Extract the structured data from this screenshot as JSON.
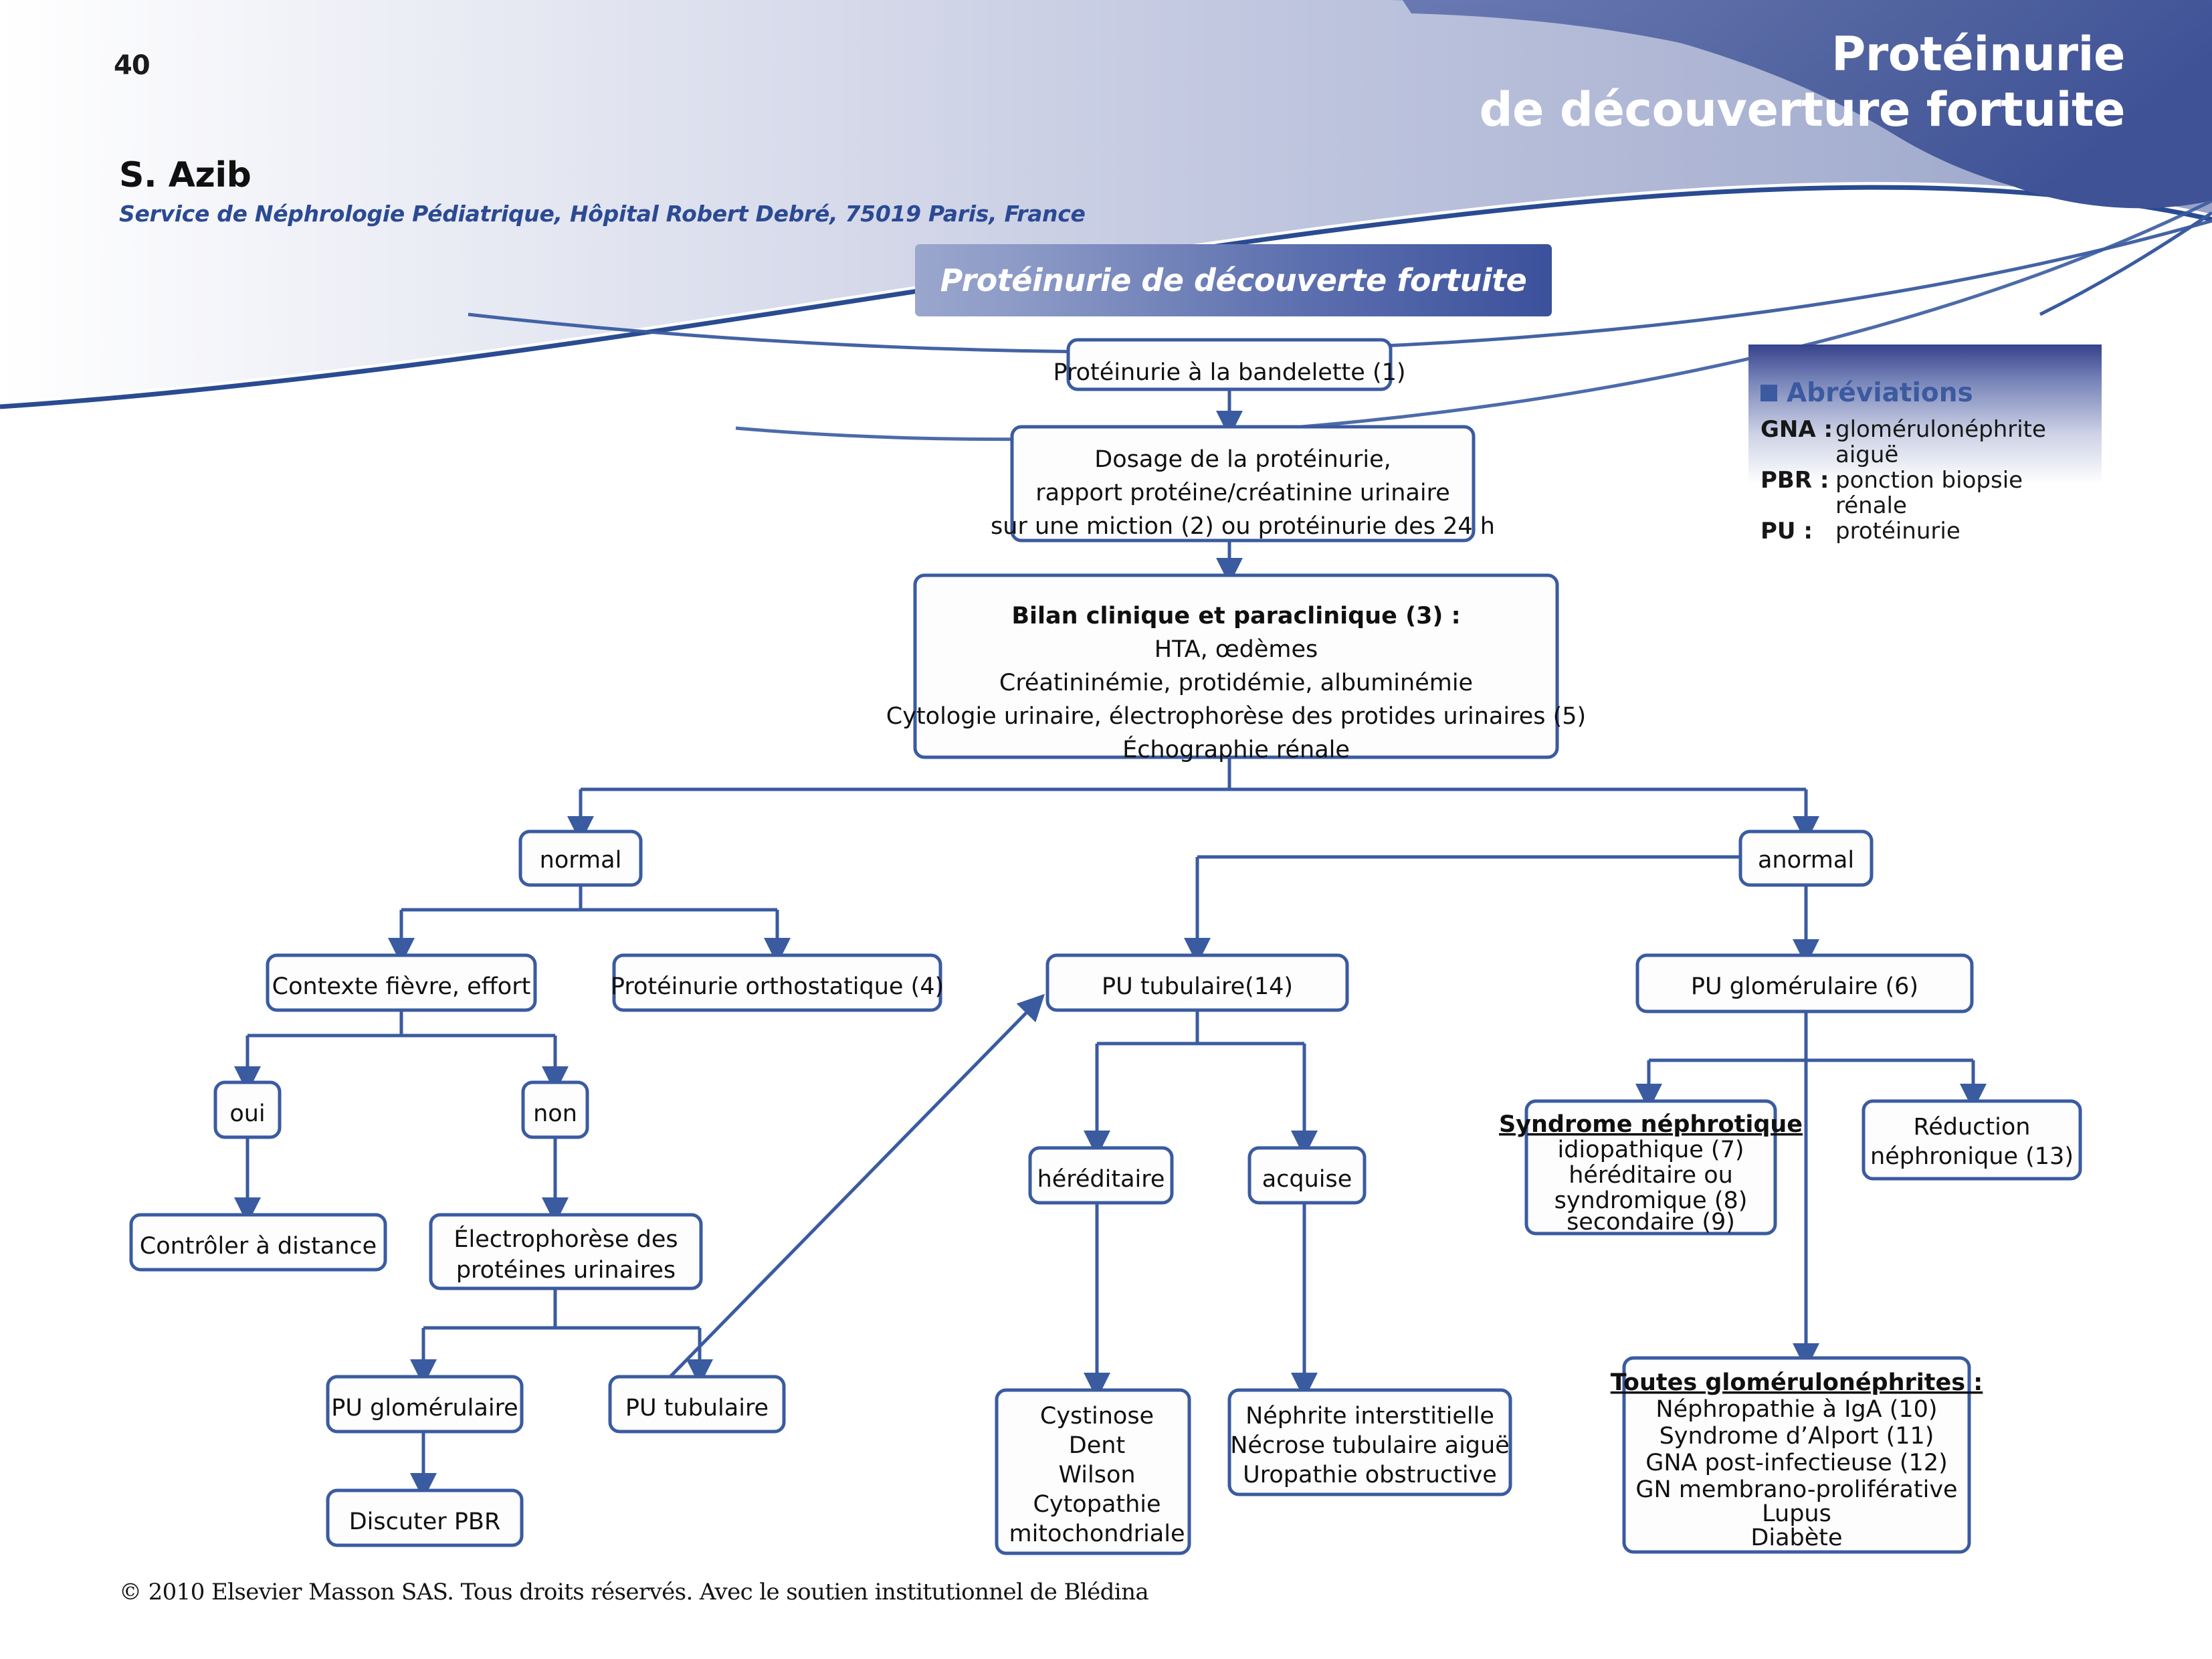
{
  "page": {
    "number": "40",
    "author": "S. Azib",
    "affiliation": "Service de Néphrologie Pédiatrique, Hôpital Robert Debré, 75019 Paris, France",
    "header_title_line1": "Protéinurie",
    "header_title_line2": "de découverture fortuite",
    "footer": "© 2010 Elsevier Masson SAS. Tous droits réservés. Avec le soutien institutionnel de Blédina"
  },
  "colors": {
    "accent_blue": "#3a5ba0",
    "dark_blue": "#3c519c",
    "light_blue": "#9aa6cd",
    "text": "#101010"
  },
  "banner": {
    "label": "Protéinurie de découverte fortuite"
  },
  "abbreviations": {
    "title": "Abréviations",
    "items": [
      {
        "key": "GNA :",
        "value": "glomérulonéphrite",
        "value2": "aiguë"
      },
      {
        "key": "PBR :",
        "value": "ponction biopsie rénale",
        "value2": ""
      },
      {
        "key": "PU :",
        "value": "protéinurie",
        "value2": ""
      }
    ]
  },
  "chart_data": {
    "type": "diagram",
    "title": "Protéinurie de découverte fortuite",
    "nodes": [
      {
        "id": "n1",
        "lines": [
          "Protéinurie à la bandelette (1)"
        ]
      },
      {
        "id": "n2",
        "lines": [
          "Dosage de la protéinurie,",
          "rapport protéine/créatinine urinaire",
          "sur une miction (2) ou protéinurie des 24 h"
        ]
      },
      {
        "id": "n3",
        "lines": [
          "Bilan clinique et paraclinique (3) :",
          "HTA, œdèmes",
          "Créatininémie, protidémie, albuminémie",
          "Cytologie urinaire, électrophorèse des protides urinaires (5)",
          "Échographie rénale"
        ]
      },
      {
        "id": "n4",
        "lines": [
          "normal"
        ]
      },
      {
        "id": "n5",
        "lines": [
          "anormal"
        ]
      },
      {
        "id": "n6",
        "lines": [
          "Contexte fièvre, effort"
        ]
      },
      {
        "id": "n7",
        "lines": [
          "Protéinurie orthostatique (4)"
        ]
      },
      {
        "id": "n8",
        "lines": [
          "PU tubulaire(14)"
        ]
      },
      {
        "id": "n9",
        "lines": [
          "PU glomérulaire (6)"
        ]
      },
      {
        "id": "n10",
        "lines": [
          "oui"
        ]
      },
      {
        "id": "n11",
        "lines": [
          "non"
        ]
      },
      {
        "id": "n12",
        "lines": [
          "Contrôler à distance"
        ]
      },
      {
        "id": "n13",
        "lines": [
          "Électrophorèse des",
          "protéines urinaires"
        ]
      },
      {
        "id": "n14",
        "lines": [
          "PU glomérulaire"
        ]
      },
      {
        "id": "n15",
        "lines": [
          "PU tubulaire"
        ]
      },
      {
        "id": "n16",
        "lines": [
          "Discuter PBR"
        ]
      },
      {
        "id": "n17",
        "lines": [
          "héréditaire"
        ]
      },
      {
        "id": "n18",
        "lines": [
          "acquise"
        ]
      },
      {
        "id": "n19",
        "lines": [
          "Cystinose",
          "Dent",
          "Wilson",
          "Cytopathie",
          "mitochondriale"
        ]
      },
      {
        "id": "n20",
        "lines": [
          "Néphrite interstitielle",
          "Nécrose tubulaire aiguë",
          "Uropathie obstructive"
        ]
      },
      {
        "id": "n21",
        "lines": [
          "Syndrome néphrotique",
          "idiopathique (7)",
          "héréditaire ou",
          "syndromique (8)",
          "secondaire (9)"
        ]
      },
      {
        "id": "n22",
        "lines": [
          "Réduction",
          "néphronique (13)"
        ]
      },
      {
        "id": "n23",
        "lines": [
          "Toutes glomérulonéphrites :",
          "Néphropathie à IgA (10)",
          "Syndrome d’Alport (11)",
          "GNA post-infectieuse (12)",
          "GN membrano-proliférative",
          "Lupus",
          "Diabète"
        ]
      }
    ],
    "edges": [
      {
        "from": "n1",
        "to": "n2"
      },
      {
        "from": "n2",
        "to": "n3"
      },
      {
        "from": "n3",
        "to": "n4"
      },
      {
        "from": "n3",
        "to": "n5"
      },
      {
        "from": "n4",
        "to": "n6"
      },
      {
        "from": "n4",
        "to": "n7"
      },
      {
        "from": "n5",
        "to": "n8"
      },
      {
        "from": "n5",
        "to": "n9"
      },
      {
        "from": "n6",
        "to": "n10"
      },
      {
        "from": "n6",
        "to": "n11"
      },
      {
        "from": "n10",
        "to": "n12"
      },
      {
        "from": "n11",
        "to": "n13"
      },
      {
        "from": "n13",
        "to": "n14"
      },
      {
        "from": "n13",
        "to": "n15"
      },
      {
        "from": "n14",
        "to": "n16"
      },
      {
        "from": "n15",
        "to": "n8"
      },
      {
        "from": "n8",
        "to": "n17"
      },
      {
        "from": "n8",
        "to": "n18"
      },
      {
        "from": "n17",
        "to": "n19"
      },
      {
        "from": "n18",
        "to": "n20"
      },
      {
        "from": "n9",
        "to": "n21"
      },
      {
        "from": "n9",
        "to": "n22"
      },
      {
        "from": "n9",
        "to": "n23"
      }
    ]
  }
}
